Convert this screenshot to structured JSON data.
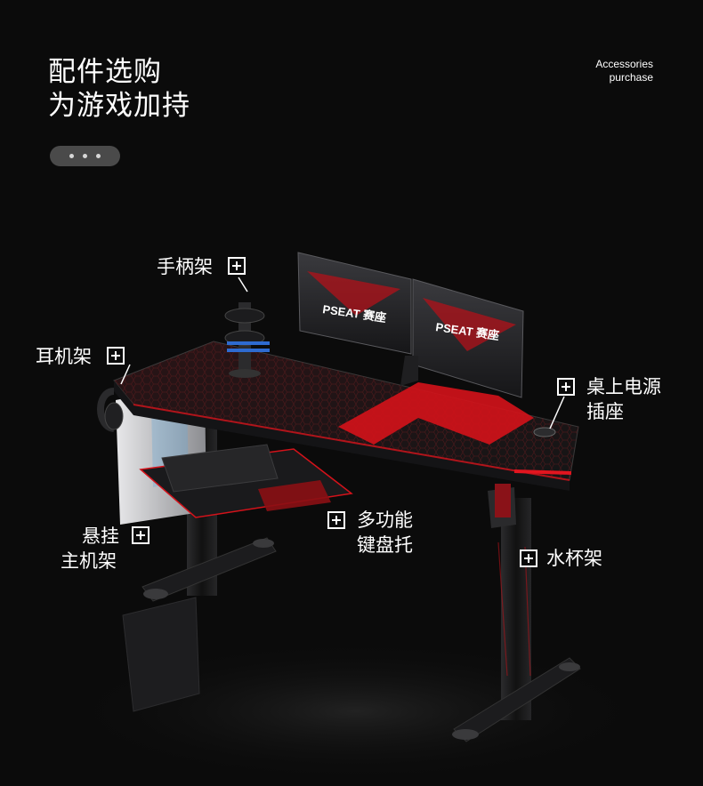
{
  "headline": {
    "line1": "配件选购",
    "line2": "为游戏加持"
  },
  "subtitle_en": {
    "line1": "Accessories",
    "line2": "purchase"
  },
  "pager": {
    "dots": 3
  },
  "hotspots": {
    "controller_rack": "手柄架",
    "headphone_rack": "耳机架",
    "power_socket_line1": "桌上电源",
    "power_socket_line2": "插座",
    "host_hanger_line1": "悬挂",
    "host_hanger_line2": "主机架",
    "keyboard_tray_line1": "多功能",
    "keyboard_tray_line2": "键盘托",
    "cup_holder": "水杯架"
  },
  "monitor_brand": {
    "latin": "PSEAT",
    "cn": "赛座"
  },
  "colors": {
    "background": "#0b0b0b",
    "accent_red": "#d4121a",
    "pager_bg": "#4a4a4a"
  }
}
